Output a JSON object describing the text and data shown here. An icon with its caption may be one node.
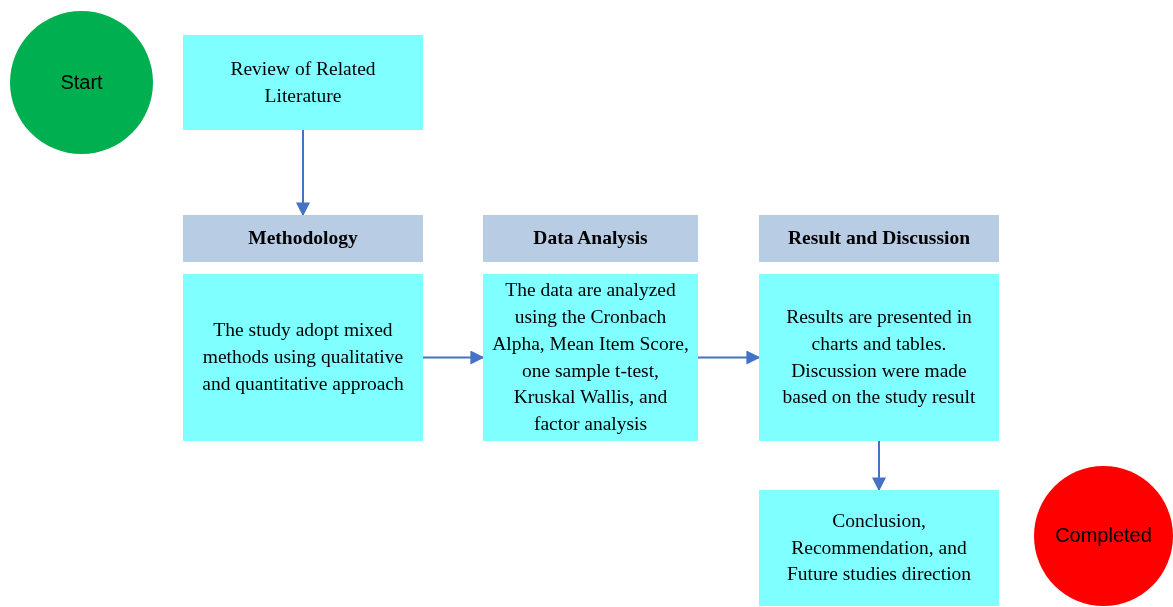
{
  "diagram": {
    "nodes": [
      {
        "text": [
          "Start"
        ]
      },
      {
        "text": [
          "Review of Related Literature"
        ]
      },
      {
        "text": [
          "Methodology"
        ]
      },
      {
        "text": [
          "The study adopt mixed methods using qualitative and quantitative approach"
        ]
      },
      {
        "text": [
          "Data Analysis"
        ]
      },
      {
        "text": [
          "The data are analyzed using the Cronbach Alpha, Mean Item Score, one sample t-test, Kruskal Wallis, and factor analysis"
        ]
      },
      {
        "text": [
          "Result and Discussion"
        ]
      },
      {
        "text": [
          "Results are presented in charts and tables. Discussion were made based on the study result"
        ]
      },
      {
        "text": [
          "Conclusion, Recommendation, and Future studies direction"
        ]
      },
      {
        "text": [
          "Completed"
        ]
      }
    ],
    "edges": [
      {
        "from": 1,
        "to": 2,
        "arrow": "to"
      },
      {
        "from": 3,
        "to": 5,
        "arrow": "to"
      },
      {
        "from": 5,
        "to": 7,
        "arrow": "to"
      },
      {
        "from": 7,
        "to": 8,
        "arrow": "to"
      }
    ]
  }
}
